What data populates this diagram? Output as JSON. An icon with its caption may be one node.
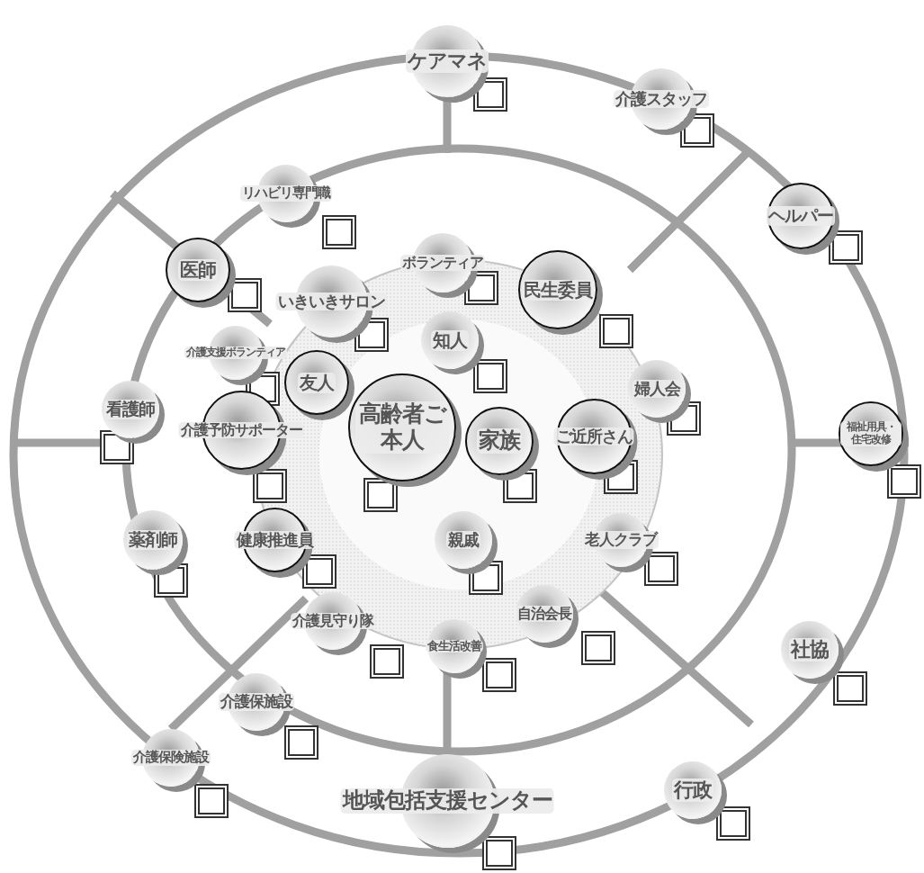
{
  "diagram": {
    "nodes": [
      {
        "text": [
          "ケアマネ"
        ]
      },
      {
        "text": [
          "介護スタッフ"
        ]
      },
      {
        "text": [
          "リハビリ専門職"
        ]
      },
      {
        "text": [
          "ヘルパー"
        ]
      },
      {
        "text": [
          "医師"
        ]
      },
      {
        "text": [
          "ボランティア"
        ]
      },
      {
        "text": [
          "いきいきサロン"
        ]
      },
      {
        "text": [
          "民生委員"
        ]
      },
      {
        "text": [
          "介護支援ボランティア"
        ]
      },
      {
        "text": [
          "知人"
        ]
      },
      {
        "text": [
          "友人"
        ]
      },
      {
        "text": [
          "婦人会"
        ]
      },
      {
        "text": [
          "看護師"
        ]
      },
      {
        "text": [
          "介護予防サポーター"
        ]
      },
      {
        "text": [
          "高齢者ご本人"
        ]
      },
      {
        "text": [
          "家族"
        ]
      },
      {
        "text": [
          "ご近所さん"
        ]
      },
      {
        "text": [
          "福祉用具・住宅改修"
        ]
      },
      {
        "text": [
          "薬剤師"
        ]
      },
      {
        "text": [
          "健康推進員"
        ]
      },
      {
        "text": [
          "親戚"
        ]
      },
      {
        "text": [
          "老人クラブ"
        ]
      },
      {
        "text": [
          "自治会長"
        ]
      },
      {
        "text": [
          "介護見守り隊"
        ]
      },
      {
        "text": [
          "食生活改善"
        ]
      },
      {
        "text": [
          "介護保施設"
        ]
      },
      {
        "text": [
          "社協"
        ]
      },
      {
        "text": [
          "介護保険施設"
        ]
      },
      {
        "text": [
          "地域包括支援センター"
        ]
      },
      {
        "text": [
          "行政"
        ]
      }
    ]
  }
}
